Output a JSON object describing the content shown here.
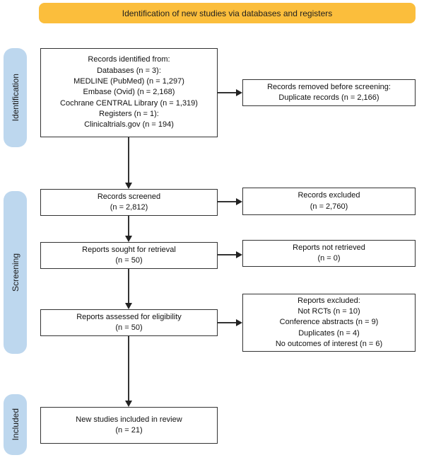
{
  "banner": {
    "label": "Identification of new studies via databases and registers"
  },
  "colors": {
    "banner_bg": "#FBBE3C",
    "stage_bg": "#BDD7EE",
    "box_border": "#333333",
    "background": "#FFFFFF"
  },
  "stages": {
    "identification": "Identification",
    "screening": "Screening",
    "included": "Included"
  },
  "flow": {
    "identified": {
      "lines": [
        "Records identified from:",
        "Databases (n = 3):",
        "MEDLINE (PubMed) (n = 1,297)",
        "Embase (Ovid) (n = 2,168)",
        "Cochrane CENTRAL Library (n = 1,319)",
        "Registers (n = 1):",
        "Clinicaltrials.gov (n = 194)"
      ]
    },
    "removed": {
      "lines": [
        "Records removed before screening:",
        "Duplicate records (n = 2,166)"
      ]
    },
    "screened": {
      "lines": [
        "Records screened",
        "(n = 2,812)"
      ]
    },
    "excluded_records": {
      "lines": [
        "Records excluded",
        "(n = 2,760)"
      ]
    },
    "sought": {
      "lines": [
        "Reports sought for retrieval",
        "(n = 50)"
      ]
    },
    "not_retrieved": {
      "lines": [
        "Reports not retrieved",
        "(n = 0)"
      ]
    },
    "assessed": {
      "lines": [
        "Reports assessed for eligibility",
        "(n = 50)"
      ]
    },
    "excluded_reports": {
      "lines": [
        "Reports excluded:",
        "Not RCTs (n = 10)",
        "Conference abstracts (n = 9)",
        "Duplicates (n = 4)",
        "No outcomes of interest (n = 6)"
      ]
    },
    "included_studies": {
      "lines": [
        "New studies included in review",
        "(n = 21)"
      ]
    }
  }
}
